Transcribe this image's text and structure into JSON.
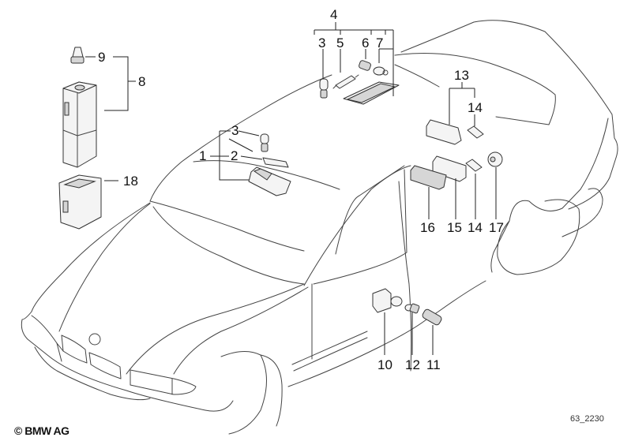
{
  "diagram": {
    "subject": "Interior lights parts diagram",
    "callouts": [
      {
        "id": "c1",
        "label": "1"
      },
      {
        "id": "c2",
        "label": "2"
      },
      {
        "id": "c3a",
        "label": "3"
      },
      {
        "id": "c3b",
        "label": "3"
      },
      {
        "id": "c4",
        "label": "4"
      },
      {
        "id": "c5",
        "label": "5"
      },
      {
        "id": "c6",
        "label": "6"
      },
      {
        "id": "c7",
        "label": "7"
      },
      {
        "id": "c8",
        "label": "8"
      },
      {
        "id": "c9",
        "label": "9"
      },
      {
        "id": "c10",
        "label": "10"
      },
      {
        "id": "c11",
        "label": "11"
      },
      {
        "id": "c12",
        "label": "12"
      },
      {
        "id": "c13",
        "label": "13"
      },
      {
        "id": "c14a",
        "label": "14"
      },
      {
        "id": "c14b",
        "label": "14"
      },
      {
        "id": "c15",
        "label": "15"
      },
      {
        "id": "c16",
        "label": "16"
      },
      {
        "id": "c17",
        "label": "17"
      },
      {
        "id": "c18",
        "label": "18"
      }
    ]
  },
  "footer": {
    "copyright": "© BMW AG",
    "drawing_code": "63_2230"
  }
}
